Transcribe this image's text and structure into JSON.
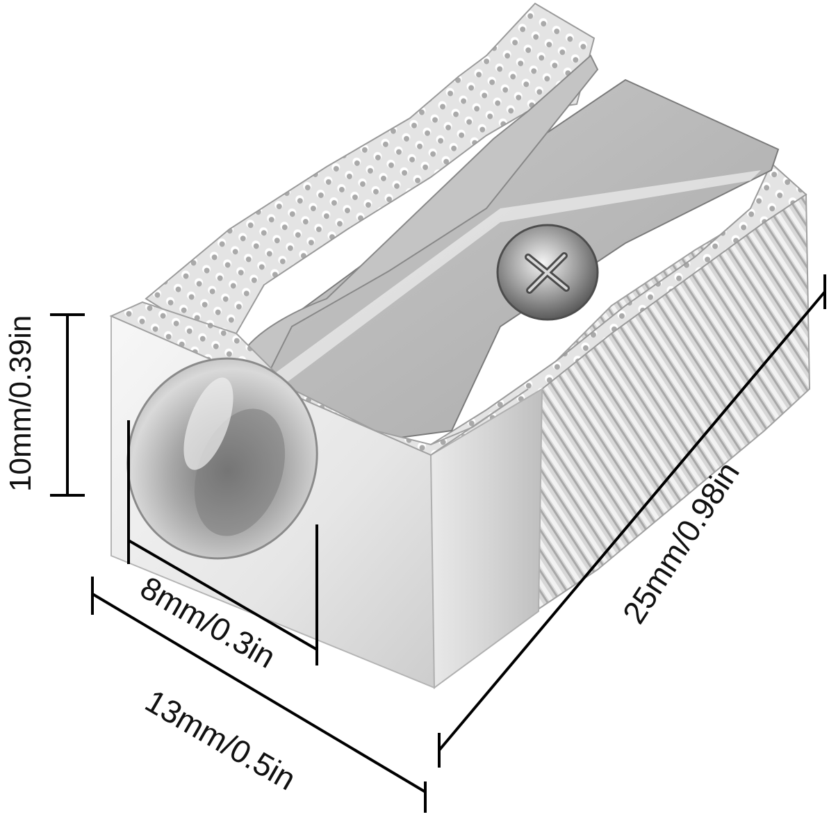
{
  "dimensions": {
    "height": "10mm/0.39in",
    "hole": "8mm/0.3in",
    "width": "13mm/0.5in",
    "length": "25mm/0.98in"
  },
  "colors": {
    "background": "#ffffff",
    "metal_light": "#f2f2f2",
    "metal_mid": "#cfcfcf",
    "metal_dark": "#8e8e8e",
    "blade": "#b9b9b9",
    "line": "#000000"
  },
  "icons": {
    "product": "pencil-sharpener-icon",
    "screw": "screw-icon"
  }
}
